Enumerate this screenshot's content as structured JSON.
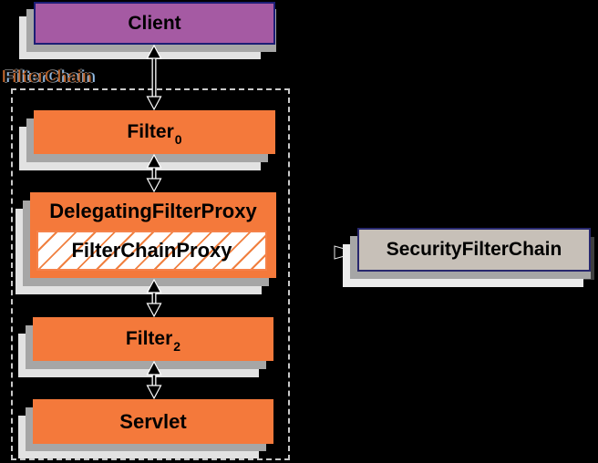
{
  "diagram": {
    "container_label": "FilterChain",
    "nodes": {
      "client": {
        "label": "Client"
      },
      "filter0": {
        "label": "Filter",
        "subscript": "0"
      },
      "delegating_filter_proxy": {
        "label": "DelegatingFilterProxy"
      },
      "filter_chain_proxy": {
        "label": "FilterChainProxy"
      },
      "filter2": {
        "label": "Filter",
        "subscript": "2"
      },
      "servlet": {
        "label": "Servlet"
      },
      "security_filter_chain": {
        "label": "SecurityFilterChain"
      }
    },
    "edges": [
      {
        "from": "client",
        "to": "filter0",
        "style": "double-arrow"
      },
      {
        "from": "filter0",
        "to": "delegating_filter_proxy",
        "style": "double-arrow"
      },
      {
        "from": "delegating_filter_proxy",
        "to": "filter2",
        "style": "double-arrow"
      },
      {
        "from": "filter2",
        "to": "servlet",
        "style": "double-arrow"
      },
      {
        "from": "filter_chain_proxy",
        "to": "security_filter_chain",
        "style": "dashed-arrow"
      }
    ],
    "colors": {
      "background": "#000000",
      "orange_fill": "#f4793b",
      "purple_fill": "#a55aa3",
      "navy_border": "#1c1d75",
      "security_fill": "#c7c0b8",
      "security_border": "#28286e",
      "shadow_mid": "#a6a6a6",
      "shadow_light": "#e2e2e2",
      "dash_border": "#c9c9c9",
      "hatch_orange": "#f08040"
    }
  }
}
